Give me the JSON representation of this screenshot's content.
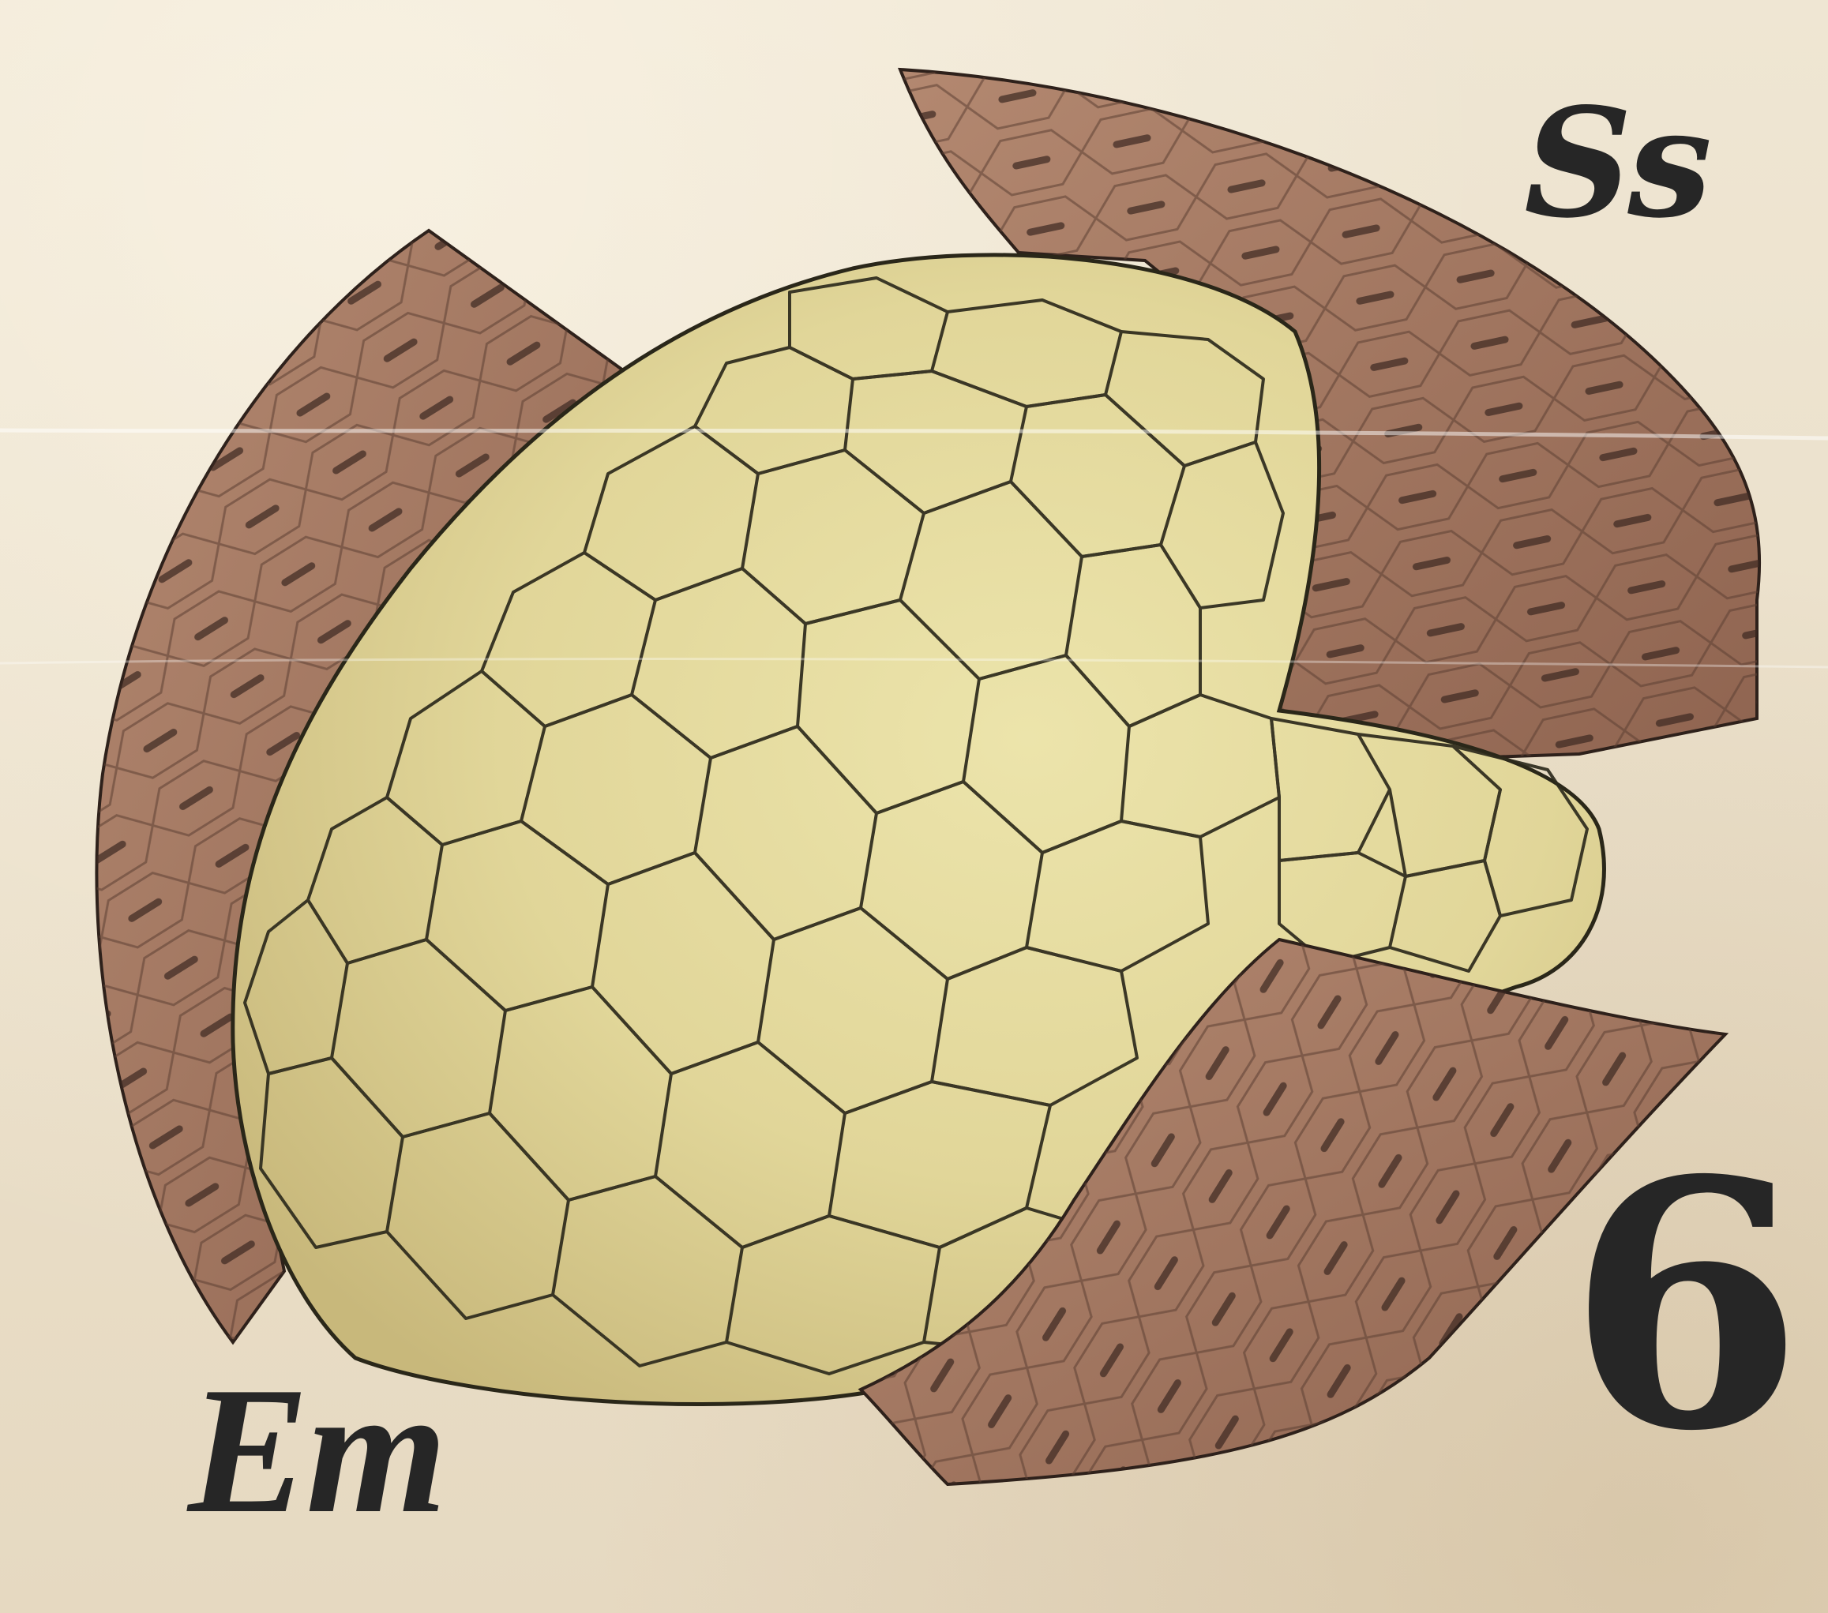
{
  "figure": {
    "label_upper_right": "Ss",
    "label_lower_left": "Em",
    "figure_number": "6"
  },
  "colors": {
    "paper": "#eadfca",
    "embryo_fill": "#e4dba0",
    "embryo_cell_line": "#2d2a1c",
    "shell_fill": "#a67a62",
    "shell_shadow": "#7d5645",
    "shell_mark": "#4a3328",
    "text": "#262626"
  }
}
